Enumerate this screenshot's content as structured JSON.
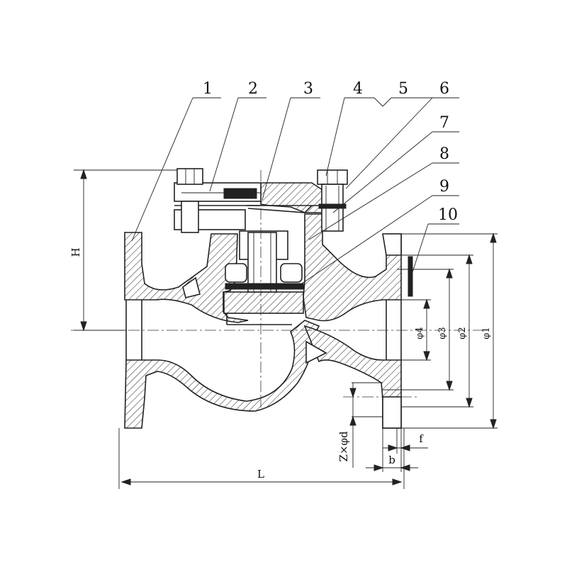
{
  "callouts": [
    "1",
    "2",
    "3",
    "4",
    "5",
    "6",
    "7",
    "8",
    "9",
    "10"
  ],
  "dimensions": {
    "height": "H",
    "length": "L",
    "phi1": "φ1",
    "phi2": "φ2",
    "phi3": "φ3",
    "phi4": "φ4",
    "bolt_holes": "Z×φd",
    "flange_thickness": "b",
    "raised_face": "f"
  }
}
